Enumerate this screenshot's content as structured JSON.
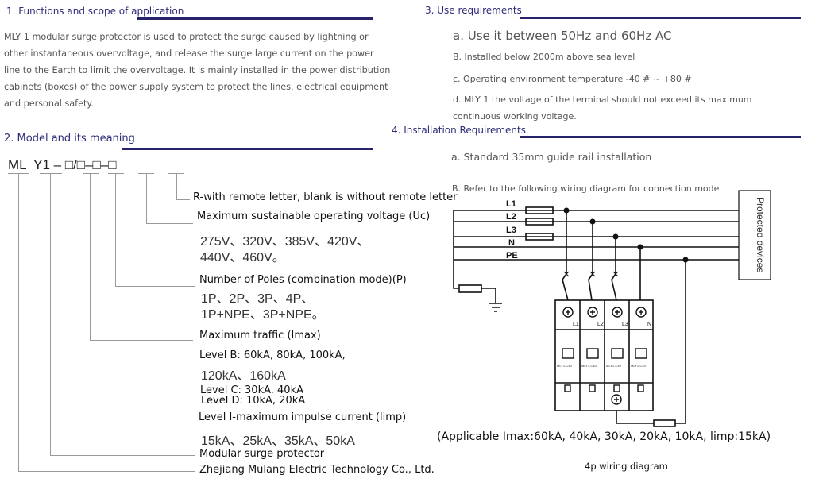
{
  "section1": {
    "title": "1. Functions and scope of application",
    "lines": [
      "MLY 1 modular surge protector is used to protect the surge caused by lightning or",
      "other instantaneous overvoltage, and release the surge large current on the power",
      "line to the Earth to limit the overvoltage. It is mainly installed in the power distribution",
      "cabinets (boxes) of the power supply system to protect the lines, electrical equipment",
      "and personal safety."
    ]
  },
  "section2": {
    "title": "2. Model and its meaning",
    "code": "ML  Y1 – □/□–□–□",
    "remote": "R-with remote letter, blank is without remote letter",
    "uc_label": "Maximum sustainable operating voltage (Uc)",
    "uc_values": [
      "275V、320V、385V、420V、",
      "440V、460V。"
    ],
    "poles_label": "Number of Poles (combination mode)(P)",
    "poles_values": [
      "1P、2P、3P、4P、",
      "1P+NPE、3P+NPE。"
    ],
    "imax_label": "Maximum traffic (Imax)",
    "level_b": "Level B: 60kA, 80kA, 100kA,",
    "level_b2": "120kA、160kA",
    "level_c": "Level C: 30kA. 40kA",
    "level_d": "Level D: 10kA, 20kA",
    "level_i": "Level I-maximum impulse current (limp)",
    "level_i_values": "15kA、25kA、35kA、50kA",
    "modular": "Modular surge protector",
    "company": "Zhejiang Mulang Electric Technology Co., Ltd."
  },
  "section3": {
    "title": "3. Use requirements",
    "a": "a. Use it between 50Hz and 60Hz AC",
    "b": "B. Installed below 2000m above sea level",
    "c": "c. Operating environment temperature -40 # ~ +80 #",
    "d": "d. MLY 1 the voltage of the terminal should not exceed its maximum",
    "d2": "continuous working voltage."
  },
  "section4": {
    "title": "4. Installation Requirements",
    "a": "a. Standard 35mm guide rail installation",
    "b": "B. Refer to the following wiring diagram for connection mode"
  },
  "diagram": {
    "lines": [
      "L1",
      "L2",
      "L3",
      "N",
      "PE"
    ],
    "module_labels": [
      "L1",
      "L2",
      "L3",
      "N"
    ],
    "module_model": "MLY1-C40",
    "protected": "Protected devices",
    "applicable": "(Applicable Imax:60kA, 40kA, 30kA, 20kA, 10kA, limp:15kA)",
    "caption": "4p wiring diagram"
  },
  "colors": {
    "heading": "#2d2a78",
    "bar": "#27236b"
  }
}
